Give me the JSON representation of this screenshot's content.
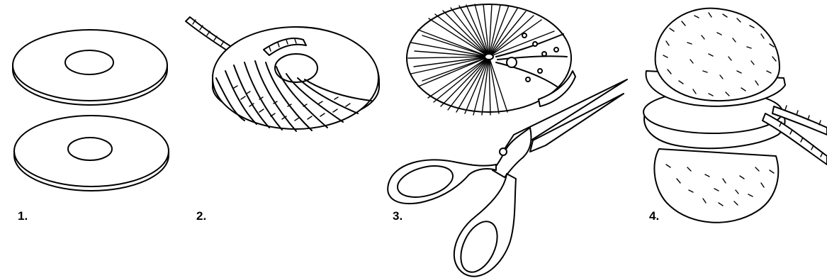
{
  "steps": [
    {
      "label": "1.",
      "illustration": "two-cardboard-rings"
    },
    {
      "label": "2.",
      "illustration": "yarn-wrapped-ring"
    },
    {
      "label": "3.",
      "illustration": "cut-yarn-with-scissors"
    },
    {
      "label": "4.",
      "illustration": "tied-pompom-between-rings"
    }
  ]
}
